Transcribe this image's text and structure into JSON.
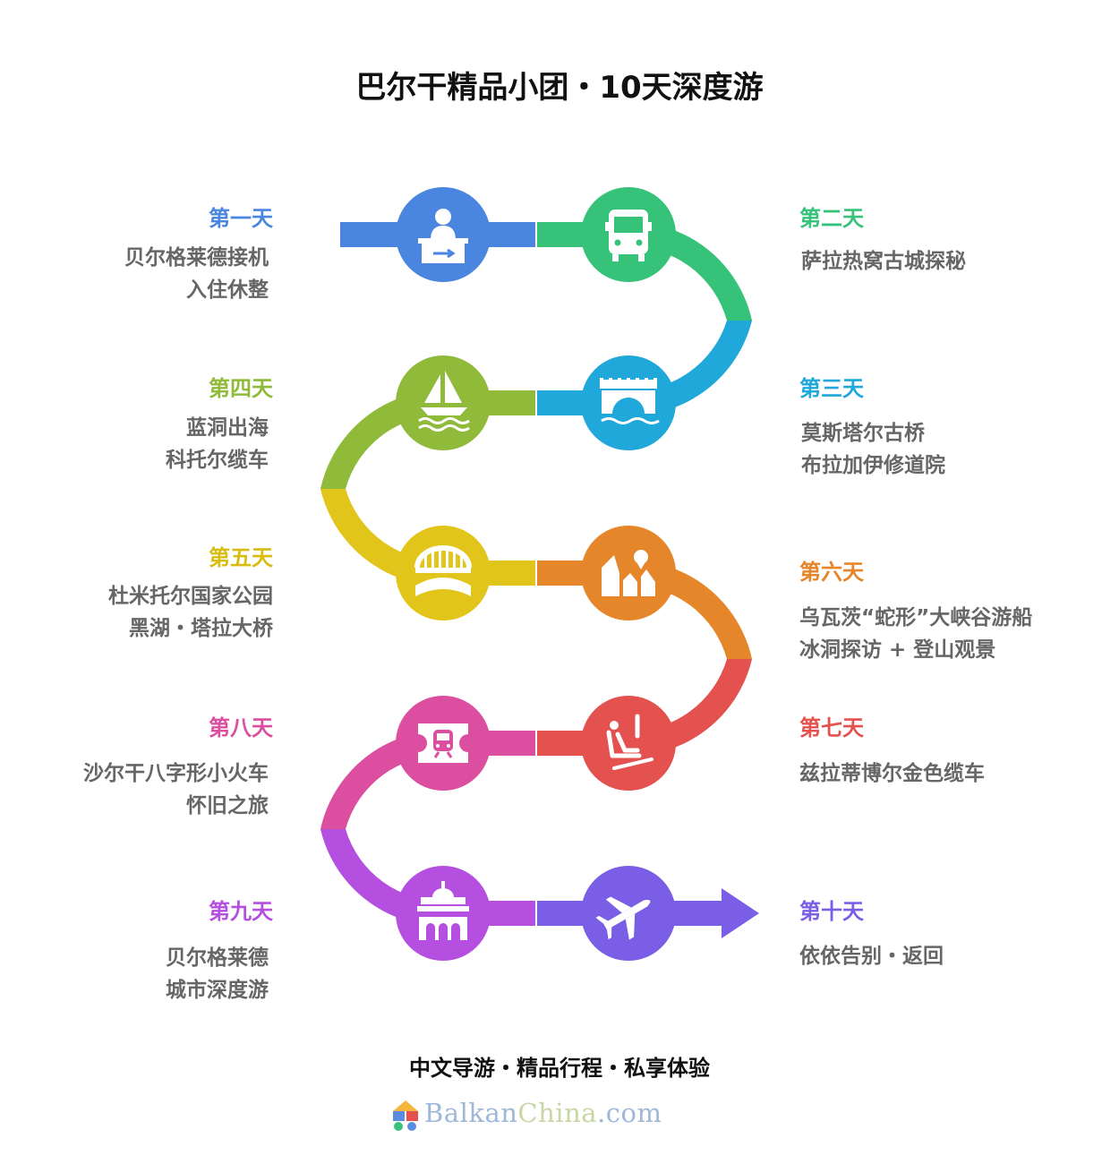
{
  "title": "巴尔干精品小团・10天深度游",
  "days": [
    {
      "label": "第一天",
      "lines": [
        "贝尔格莱德接机",
        "入住休整"
      ],
      "color": "#4a86e0",
      "icon": "check-in-desk-icon"
    },
    {
      "label": "第二天",
      "lines": [
        "萨拉热窝古城探秘"
      ],
      "color": "#37c27a",
      "icon": "bus-icon"
    },
    {
      "label": "第三天",
      "lines": [
        "莫斯塔尔古桥",
        "布拉加伊修道院"
      ],
      "color": "#1fa8d9",
      "icon": "stone-bridge-icon"
    },
    {
      "label": "第四天",
      "lines": [
        "蓝洞出海",
        "科托尔缆车"
      ],
      "color": "#8fba3a",
      "icon": "sailboat-icon"
    },
    {
      "label": "第五天",
      "lines": [
        "杜米托尔国家公园",
        "黑湖・塔拉大桥"
      ],
      "color": "#e1c51b",
      "icon": "arch-bridge-icon"
    },
    {
      "label": "第六天",
      "lines": [
        "乌瓦茨“蛇形”大峡谷游船",
        "冰洞探访 + 登山观景"
      ],
      "color": "#e6862a",
      "icon": "canyon-icon"
    },
    {
      "label": "第七天",
      "lines": [
        "兹拉蒂博尔金色缆车"
      ],
      "color": "#e4524f",
      "icon": "chairlift-icon"
    },
    {
      "label": "第八天",
      "lines": [
        "沙尔干八字形小火车",
        "怀旧之旅"
      ],
      "color": "#dc4ea0",
      "icon": "train-ticket-icon"
    },
    {
      "label": "第九天",
      "lines": [
        "贝尔格莱德",
        "城市深度游"
      ],
      "color": "#b44fdf",
      "icon": "church-icon"
    },
    {
      "label": "第十天",
      "lines": [
        "依依告别・返回"
      ],
      "color": "#7a5ee6",
      "icon": "airplane-icon"
    }
  ],
  "tagline": "中文导游・精品行程・私享体验",
  "brand": {
    "part1": "Balkan",
    "part2": "China",
    "part3": ".com"
  }
}
